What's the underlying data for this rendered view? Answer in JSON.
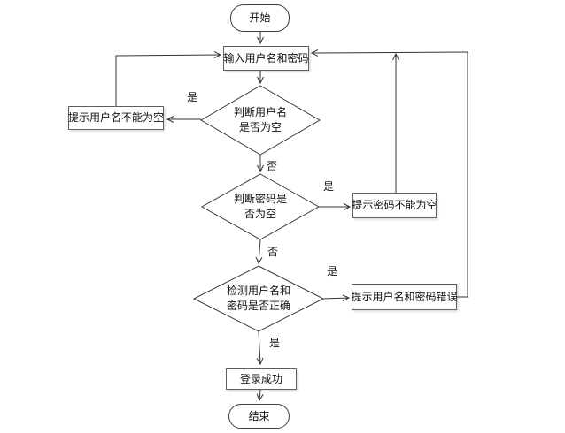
{
  "flowchart": {
    "nodes": {
      "start": {
        "label": "开始",
        "type": "terminator"
      },
      "input_credentials": {
        "label": "输入用户名和密码",
        "type": "process"
      },
      "check_username_empty": {
        "line1": "判断用户名",
        "line2": "是否为空",
        "type": "decision"
      },
      "prompt_username_empty": {
        "label": "提示用户名不能为空",
        "type": "process"
      },
      "check_password_empty": {
        "line1": "判断密码是",
        "line2": "否为空",
        "type": "decision"
      },
      "prompt_password_empty": {
        "label": "提示密码不能为空",
        "type": "process"
      },
      "check_credentials_correct": {
        "line1": "检测用户名和",
        "line2": "密码是否正确",
        "type": "decision"
      },
      "prompt_credentials_error": {
        "label": "提示用户名和密码错误",
        "type": "process"
      },
      "login_success": {
        "label": "登录成功",
        "type": "process"
      },
      "end": {
        "label": "结束",
        "type": "terminator"
      }
    },
    "edge_labels": {
      "username_empty_yes": "是",
      "username_empty_no": "否",
      "password_empty_yes": "是",
      "password_empty_no": "否",
      "credentials_wrong_yes": "是",
      "credentials_correct_yes": "是"
    },
    "colors": {
      "line": "#333333",
      "process_border": "#5f5f5f",
      "terminator_border": "#3f3f3f",
      "text": "#111111",
      "background": "#ffffff"
    }
  }
}
